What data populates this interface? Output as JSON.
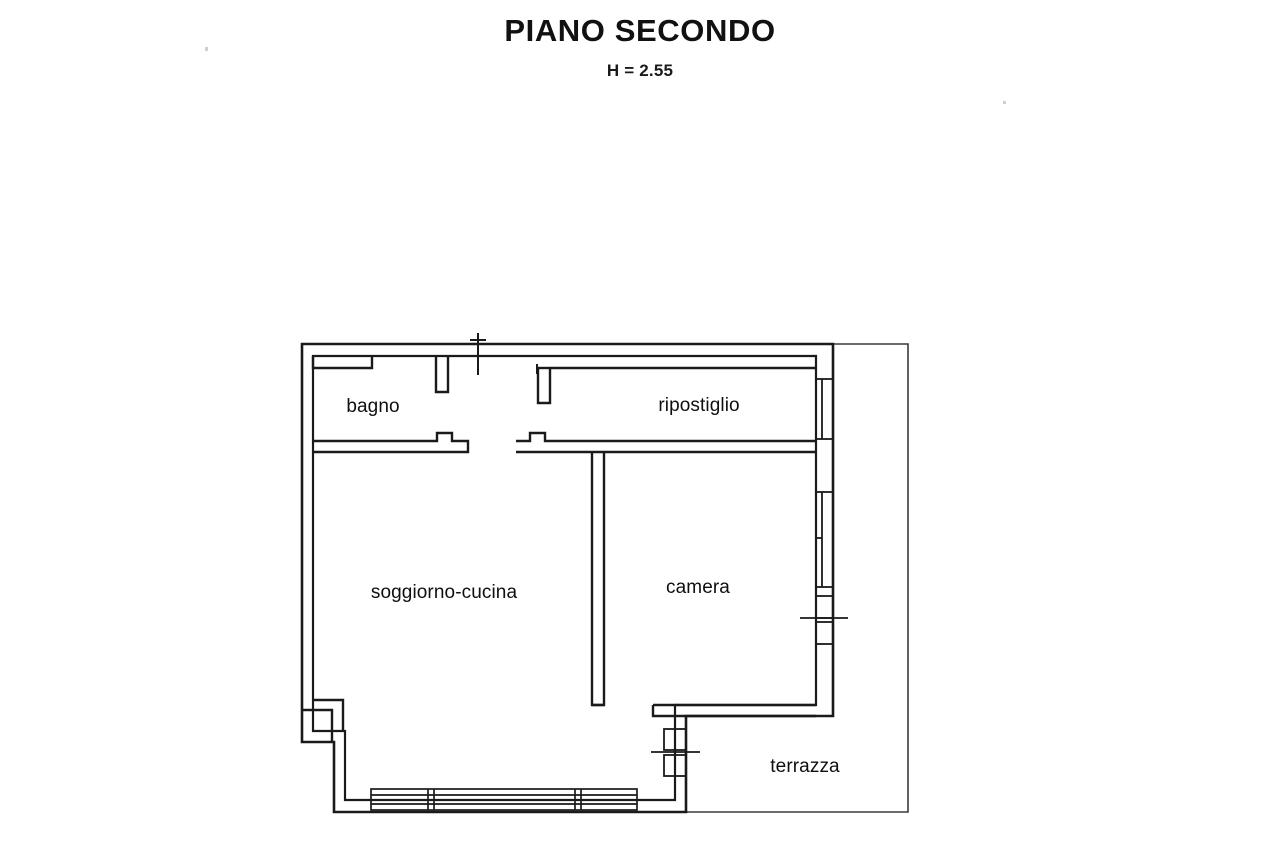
{
  "document": {
    "title": "PIANO SECONDO",
    "height_note": "H = 2.55"
  },
  "floorplan": {
    "rooms": [
      {
        "id": "bagno",
        "label": "bagno"
      },
      {
        "id": "ripostiglio",
        "label": "ripostiglio"
      },
      {
        "id": "soggiorno-cucina",
        "label": "soggiorno-cucina"
      },
      {
        "id": "camera",
        "label": "camera"
      },
      {
        "id": "terrazza",
        "label": "terrazza"
      }
    ],
    "colors": {
      "wall": "#1a1a1a",
      "thin_line": "#333333",
      "background": "#ffffff",
      "text": "#0f0f0f"
    }
  }
}
